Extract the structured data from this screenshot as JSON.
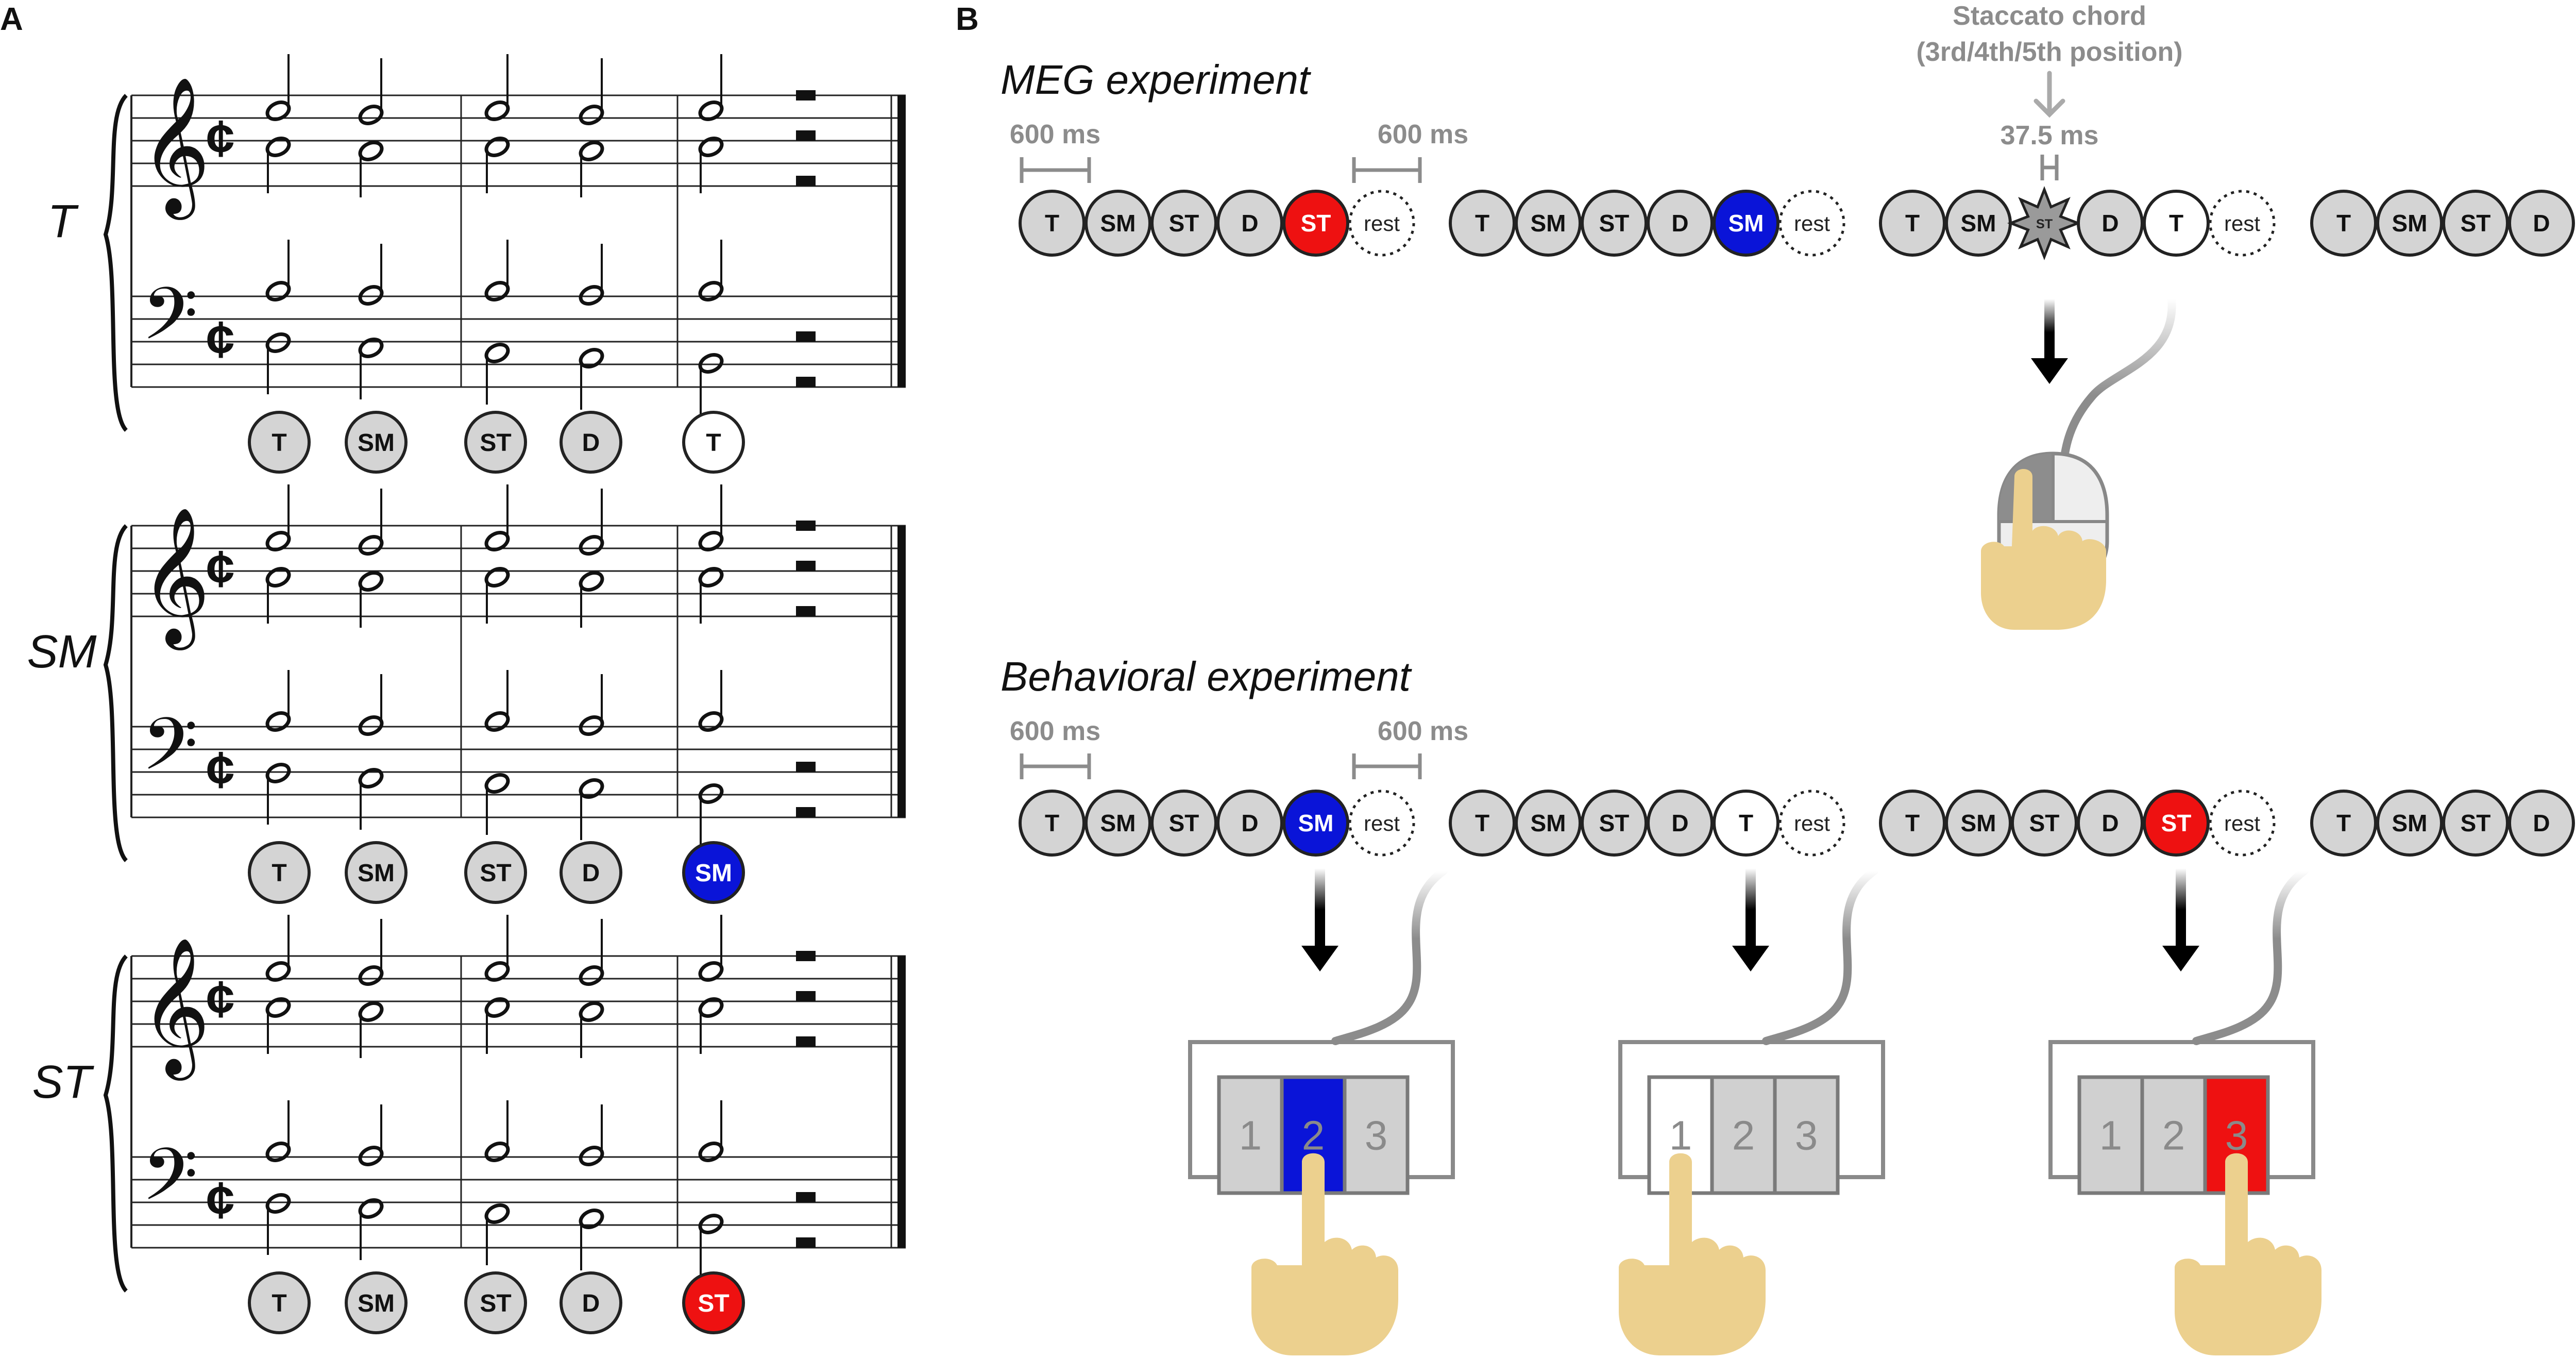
{
  "panel_a": {
    "letter": "A",
    "scores": [
      {
        "label": "T",
        "chords": [
          {
            "text": "T",
            "state": "gray"
          },
          {
            "text": "SM",
            "state": "gray"
          },
          {
            "text": "ST",
            "state": "gray"
          },
          {
            "text": "D",
            "state": "gray"
          },
          {
            "text": "T",
            "state": "white"
          }
        ]
      },
      {
        "label": "SM",
        "chords": [
          {
            "text": "T",
            "state": "gray"
          },
          {
            "text": "SM",
            "state": "gray"
          },
          {
            "text": "ST",
            "state": "gray"
          },
          {
            "text": "D",
            "state": "gray"
          },
          {
            "text": "SM",
            "state": "blue"
          }
        ]
      },
      {
        "label": "ST",
        "chords": [
          {
            "text": "T",
            "state": "gray"
          },
          {
            "text": "SM",
            "state": "gray"
          },
          {
            "text": "ST",
            "state": "gray"
          },
          {
            "text": "D",
            "state": "gray"
          },
          {
            "text": "ST",
            "state": "red"
          }
        ]
      }
    ]
  },
  "panel_b": {
    "letter": "B",
    "meg": {
      "title": "MEG experiment",
      "interval_left": "600 ms",
      "interval_right": "600 ms",
      "staccato_line1": "Staccato chord",
      "staccato_line2": "(3rd/4th/5th position)",
      "staccato_duration": "37.5 ms",
      "star_label": "ST",
      "rest_label": "rest",
      "ellipsis": "•••",
      "groups": [
        [
          {
            "text": "T",
            "state": "gray"
          },
          {
            "text": "SM",
            "state": "gray"
          },
          {
            "text": "ST",
            "state": "gray"
          },
          {
            "text": "D",
            "state": "gray"
          },
          {
            "text": "ST",
            "state": "red"
          }
        ],
        [
          {
            "text": "T",
            "state": "gray"
          },
          {
            "text": "SM",
            "state": "gray"
          },
          {
            "text": "ST",
            "state": "gray"
          },
          {
            "text": "D",
            "state": "gray"
          },
          {
            "text": "SM",
            "state": "blue"
          }
        ],
        [
          {
            "text": "T",
            "state": "gray"
          },
          {
            "text": "SM",
            "state": "gray"
          },
          {
            "text": "ST",
            "state": "star"
          },
          {
            "text": "D",
            "state": "gray"
          },
          {
            "text": "T",
            "state": "white"
          }
        ],
        [
          {
            "text": "T",
            "state": "gray"
          },
          {
            "text": "SM",
            "state": "gray"
          },
          {
            "text": "ST",
            "state": "gray"
          },
          {
            "text": "D",
            "state": "gray"
          }
        ]
      ]
    },
    "behavioral": {
      "title": "Behavioral experiment",
      "interval_left": "600 ms",
      "interval_right": "600 ms",
      "rest_label": "rest",
      "ellipsis": "•••",
      "groups": [
        [
          {
            "text": "T",
            "state": "gray"
          },
          {
            "text": "SM",
            "state": "gray"
          },
          {
            "text": "ST",
            "state": "gray"
          },
          {
            "text": "D",
            "state": "gray"
          },
          {
            "text": "SM",
            "state": "blue"
          }
        ],
        [
          {
            "text": "T",
            "state": "gray"
          },
          {
            "text": "SM",
            "state": "gray"
          },
          {
            "text": "ST",
            "state": "gray"
          },
          {
            "text": "D",
            "state": "gray"
          },
          {
            "text": "T",
            "state": "white"
          }
        ],
        [
          {
            "text": "T",
            "state": "gray"
          },
          {
            "text": "SM",
            "state": "gray"
          },
          {
            "text": "ST",
            "state": "gray"
          },
          {
            "text": "D",
            "state": "gray"
          },
          {
            "text": "ST",
            "state": "red"
          }
        ],
        [
          {
            "text": "T",
            "state": "gray"
          },
          {
            "text": "SM",
            "state": "gray"
          },
          {
            "text": "ST",
            "state": "gray"
          },
          {
            "text": "D",
            "state": "gray"
          }
        ]
      ],
      "keypads": [
        {
          "keys": [
            "1",
            "2",
            "3"
          ],
          "pressed": 2,
          "color": "blue"
        },
        {
          "keys": [
            "1",
            "2",
            "3"
          ],
          "pressed": 1,
          "color": "white"
        },
        {
          "keys": [
            "1",
            "2",
            "3"
          ],
          "pressed": 3,
          "color": "red"
        }
      ]
    }
  },
  "colors": {
    "gray_fill": "#d4d4d4",
    "blue": "#0a14d8",
    "red": "#ee1111",
    "label_gray": "#808080",
    "finger": "#ecd08e"
  }
}
